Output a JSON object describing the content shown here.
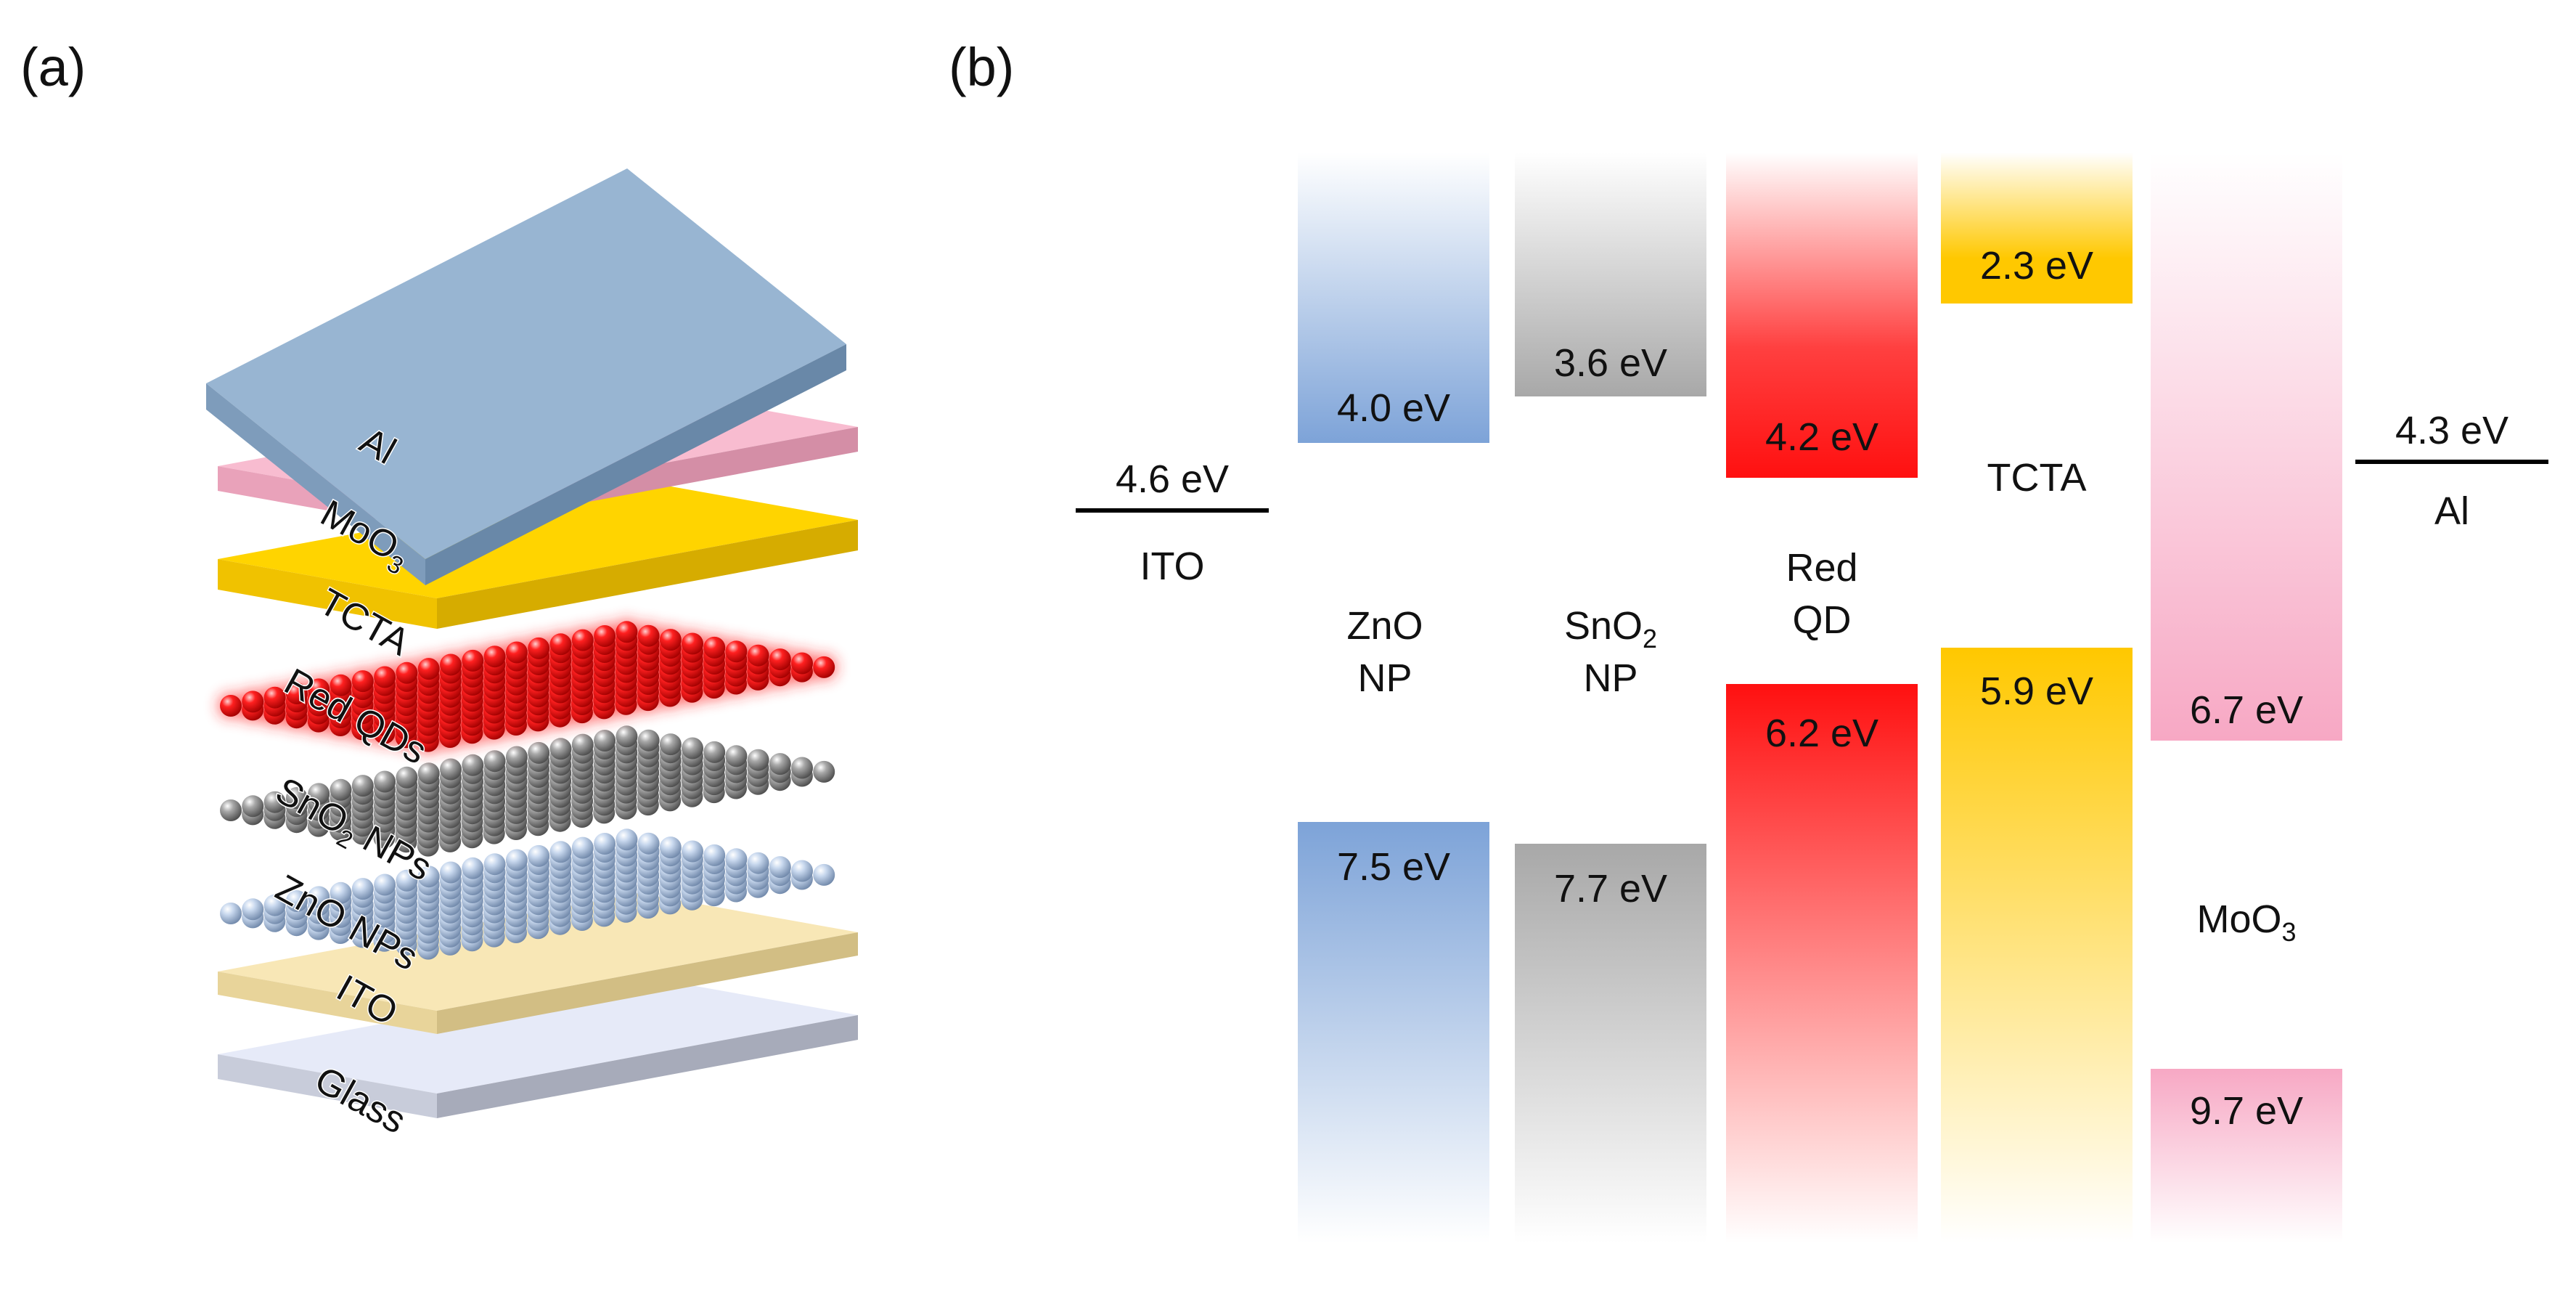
{
  "panels": {
    "a": "(a)",
    "b": "(b)"
  },
  "stack_layers": [
    {
      "name": "Al",
      "sub": "",
      "color": "#95B3D0"
    },
    {
      "name": "MoO",
      "sub": "3",
      "color": "#F6B8CC"
    },
    {
      "name": "TCTA",
      "sub": "",
      "color": "#FFD200"
    },
    {
      "name": "Red QDs",
      "sub": "",
      "color": "#FF1A1A"
    },
    {
      "name": "SnO",
      "sub": "2",
      "name_tail": " NPs",
      "color": "#9A9A9A"
    },
    {
      "name": "ZnO NPs",
      "sub": "",
      "color": "#B8CCE6"
    },
    {
      "name": "ITO",
      "sub": "",
      "color": "#F6E4B0"
    },
    {
      "name": "Glass",
      "sub": "",
      "color": "#E4E8F6"
    }
  ],
  "energy": {
    "ito": {
      "value": "4.6 eV",
      "name": "ITO"
    },
    "al": {
      "value": "4.3 eV",
      "name": "Al"
    },
    "bands": [
      {
        "key": "zno",
        "name1": "ZnO",
        "name2": "NP",
        "lumo": "4.0 eV",
        "homo": "7.5 eV",
        "color": "#7DA3D8"
      },
      {
        "key": "sno2",
        "name1": "SnO",
        "name1_sub": "2",
        "name2": "NP",
        "lumo": "3.6 eV",
        "homo": "7.7 eV",
        "color": "#A8A8A8"
      },
      {
        "key": "qd",
        "name1": "Red",
        "name2": "QD",
        "lumo": "4.2 eV",
        "homo": "6.2 eV",
        "color": "#FF1010"
      },
      {
        "key": "tcta",
        "name1": "TCTA",
        "name2": "",
        "lumo": "2.3 eV",
        "homo": "5.9 eV",
        "color": "#FFC800"
      },
      {
        "key": "moo3",
        "name1": "MoO",
        "name1_sub": "3",
        "name2": "",
        "lumo": "6.7 eV",
        "homo": "9.7 eV",
        "color": "#F7A8C4"
      }
    ]
  }
}
